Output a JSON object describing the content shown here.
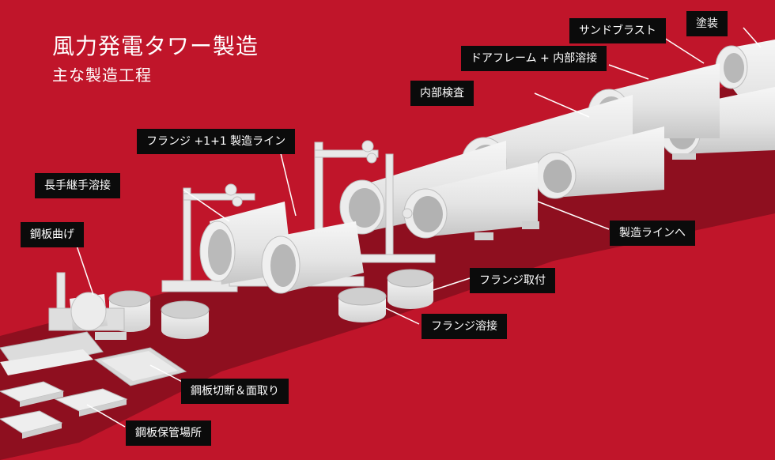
{
  "title": "風力発電タワー製造",
  "subtitle": "主な製造工程",
  "colors": {
    "background": "#c0152a",
    "floor": "#8e0f1f",
    "label_bg": "#0b0b0b",
    "label_text": "#ffffff",
    "equipment": "#e8e8e8"
  },
  "labels": {
    "painting": "塗装",
    "sandblast": "サンドブラスト",
    "door_frame": "ドアフレーム + 内部溶接",
    "inspection": "内部検査",
    "flange_line": "フランジ +1+1 製造ライン",
    "long_seam": "長手継手溶接",
    "plate_bending": "鋼板曲げ",
    "to_line": "製造ラインへ",
    "flange_attach": "フランジ取付",
    "flange_weld": "フランジ溶接",
    "cutting": "鋼板切断＆面取り",
    "storage": "鋼板保管場所"
  }
}
